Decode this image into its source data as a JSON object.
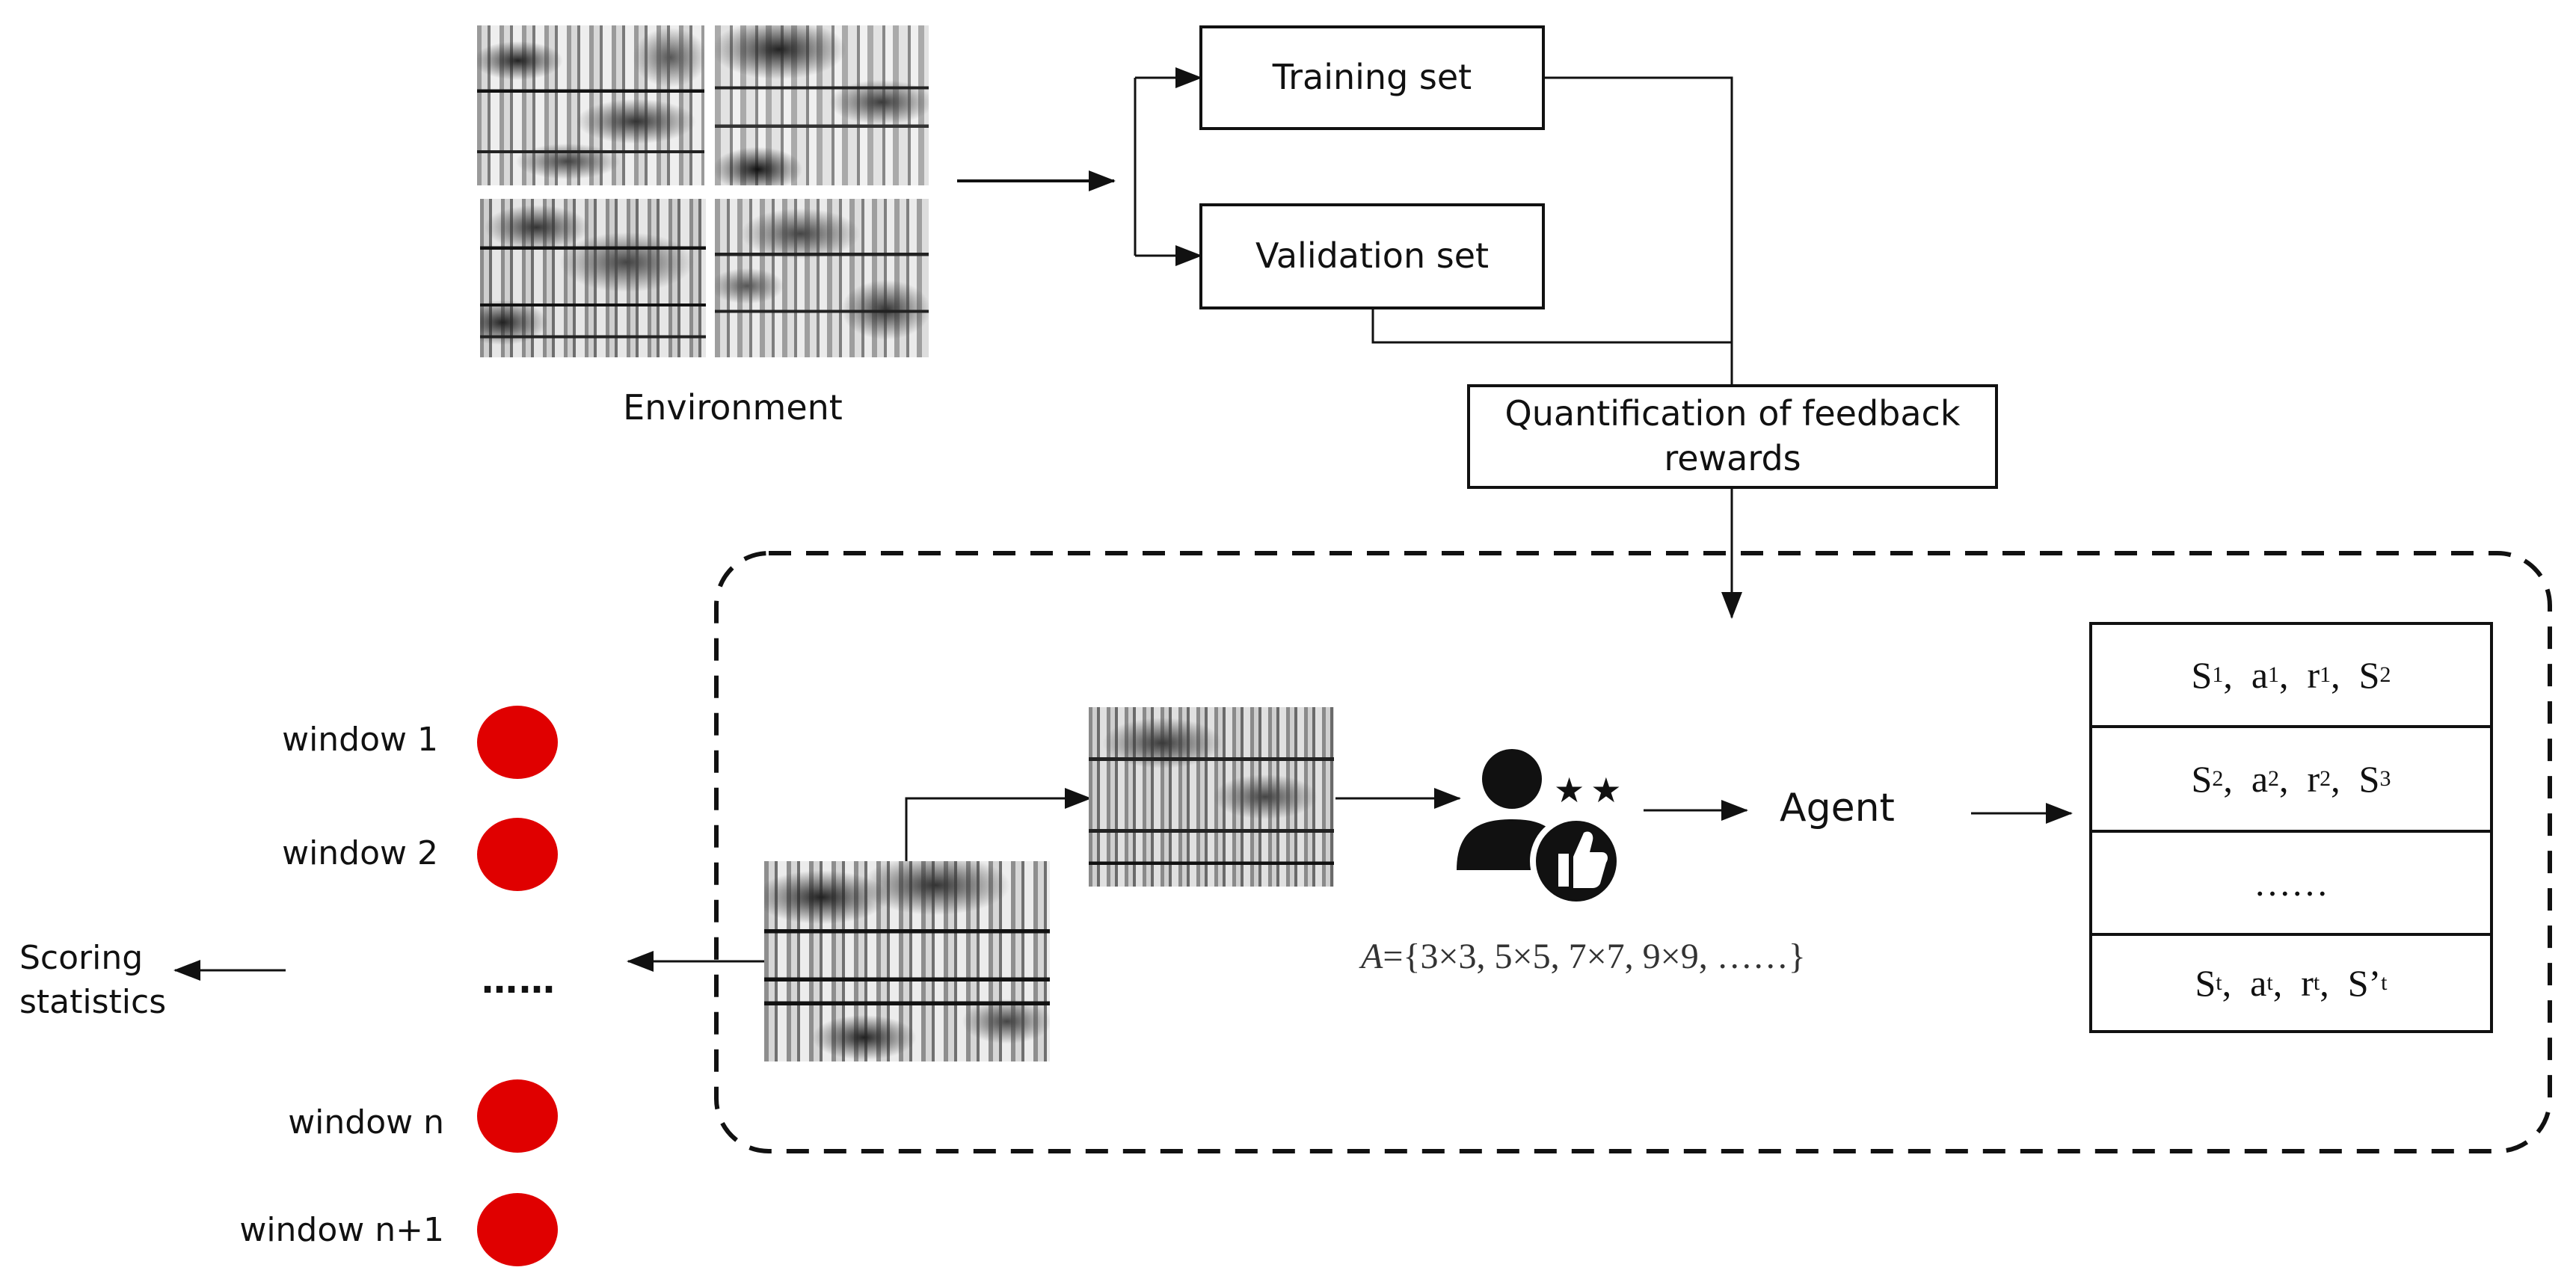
{
  "environment": {
    "label": "Environment"
  },
  "boxes": {
    "training": "Training set",
    "validation": "Validation set",
    "quantification": "Quantification of feedback rewards"
  },
  "agent": {
    "label": "Agent",
    "icon": "user-thumbs-up-stars-icon",
    "stars": "★★"
  },
  "action_set": {
    "symbol": "A",
    "text": "={3×3, 5×5, 7×7, 9×9,  ……}"
  },
  "memory": {
    "rows": [
      {
        "s": "S",
        "s_sub": "1",
        "a": "a",
        "a_sub": "1",
        "r": "r",
        "r_sub": "1",
        "s2": "S",
        "s2_sub": "2"
      },
      {
        "s": "S",
        "s_sub": "2",
        "a": "a",
        "a_sub": "2",
        "r": "r",
        "r_sub": "2",
        "s2": "S",
        "s2_sub": "3"
      },
      {
        "ellipsis": "……"
      },
      {
        "s": "S",
        "s_sub": "t",
        "a": "a",
        "a_sub": "t",
        "r": "r",
        "r_sub": "t",
        "s2": "S’",
        "s2_sub": "t"
      }
    ]
  },
  "windows": [
    {
      "label": "window 1"
    },
    {
      "label": "window 2"
    },
    {
      "label": "window  n"
    },
    {
      "label": "window  n+1"
    }
  ],
  "window_ellipsis": "……",
  "scoring": {
    "line1": "Scoring",
    "line2": "statistics"
  },
  "colors": {
    "dot": "#e00000",
    "line": "#111111"
  }
}
